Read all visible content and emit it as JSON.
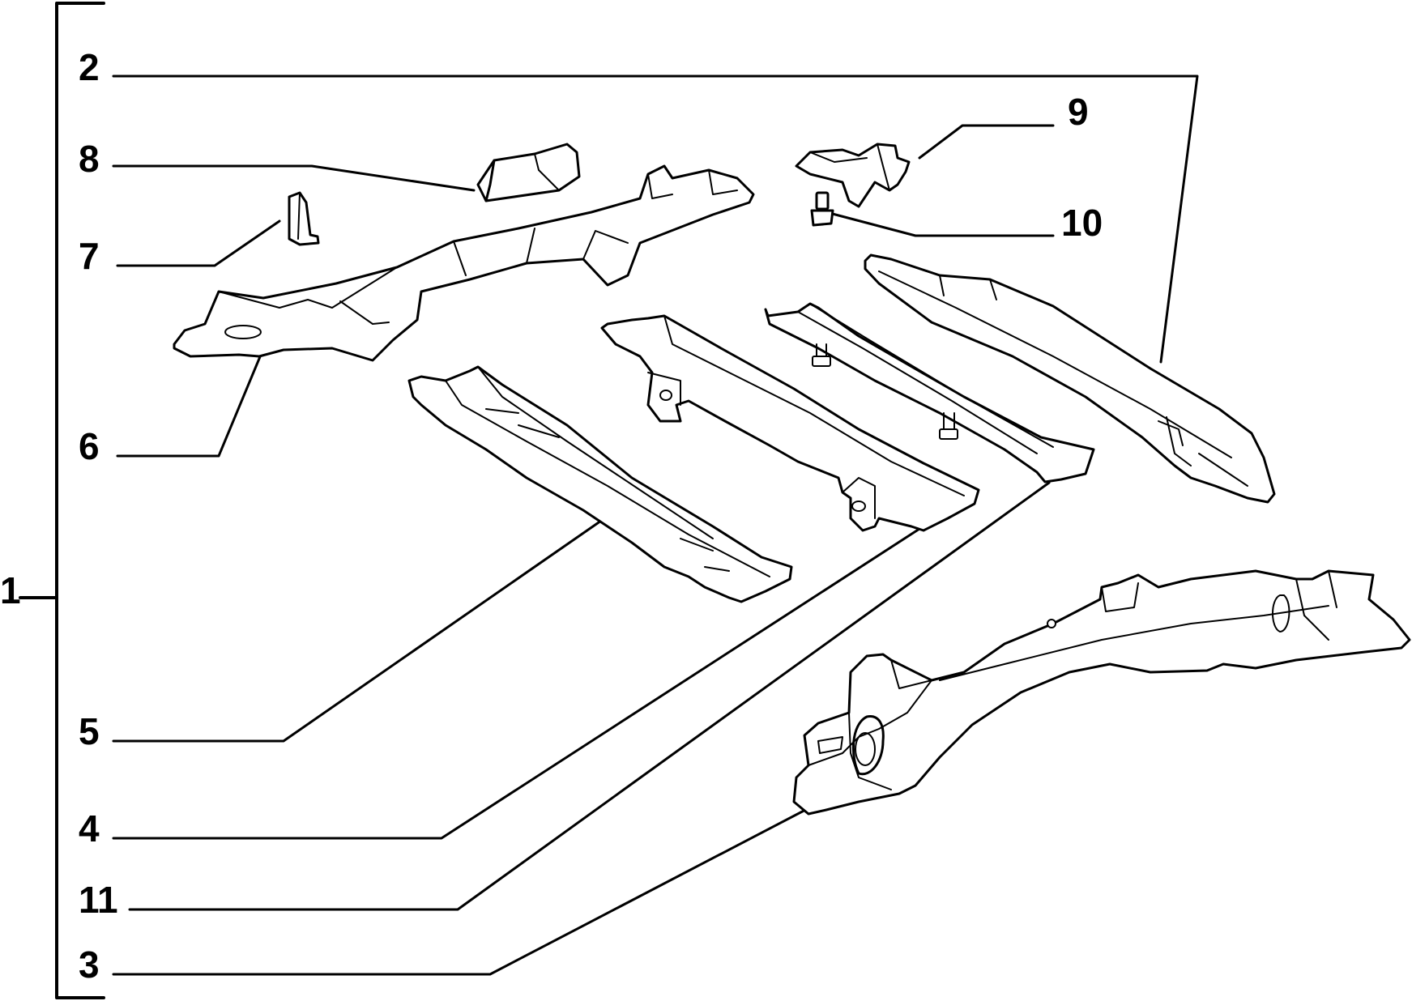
{
  "diagram": {
    "callouts": {
      "c1": "1",
      "c2": "2",
      "c3": "3",
      "c4": "4",
      "c5": "5",
      "c6": "6",
      "c7": "7",
      "c8": "8",
      "c9": "9",
      "c10": "10",
      "c11": "11"
    },
    "colors": {
      "ink": "#000000",
      "paper": "#ffffff"
    }
  }
}
